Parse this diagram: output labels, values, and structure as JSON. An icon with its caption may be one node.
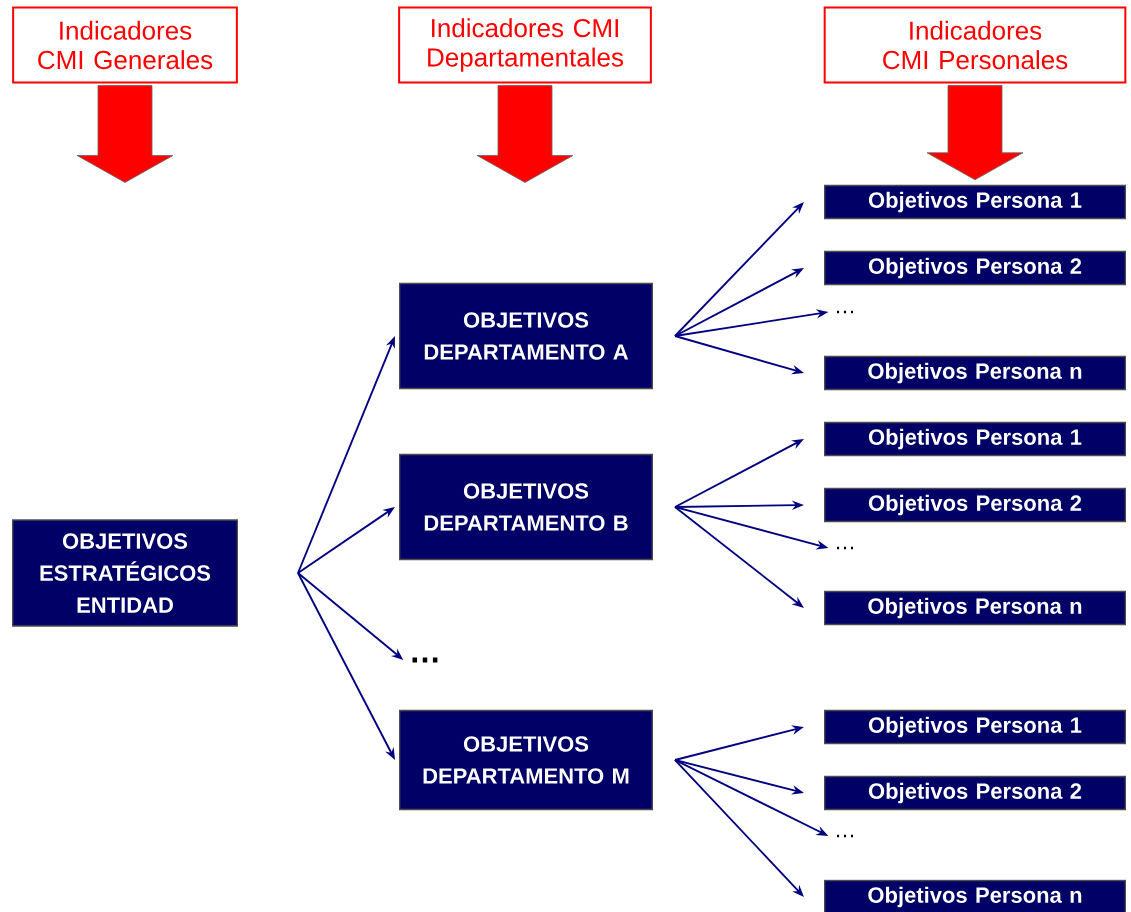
{
  "diagram": {
    "nodes": [
      {
        "text": [
          "Indicadores CMI Generales"
        ]
      },
      {
        "text": [
          "Indicadores CMI Departamentales"
        ]
      },
      {
        "text": [
          "Indicadores CMI Personales"
        ]
      },
      {
        "text": [
          "OBJETIVOS ESTRATÉGICOS ENTIDAD"
        ]
      },
      {
        "text": [
          "OBJETIVOS DEPARTAMENTO A"
        ]
      },
      {
        "text": [
          "OBJETIVOS DEPARTAMENTO B"
        ]
      },
      {
        "text": [
          "…"
        ]
      },
      {
        "text": [
          "OBJETIVOS DEPARTAMENTO M"
        ]
      },
      {
        "text": [
          "Objetivos Persona 1"
        ]
      },
      {
        "text": [
          "Objetivos Persona 2"
        ]
      },
      {
        "text": [
          "…"
        ]
      },
      {
        "text": [
          "Objetivos Persona n"
        ]
      },
      {
        "text": [
          "Objetivos Persona 1"
        ]
      },
      {
        "text": [
          "Objetivos Persona 2"
        ]
      },
      {
        "text": [
          "…"
        ]
      },
      {
        "text": [
          "Objetivos Persona n"
        ]
      },
      {
        "text": [
          "Objetivos Persona 1"
        ]
      },
      {
        "text": [
          "Objetivos Persona 2"
        ]
      },
      {
        "text": [
          "…"
        ]
      },
      {
        "text": [
          "Objetivos Persona n"
        ]
      }
    ],
    "edges": [
      {
        "from": 3,
        "to": 4,
        "arrow": "to"
      },
      {
        "from": 3,
        "to": 5,
        "arrow": "to"
      },
      {
        "from": 3,
        "to": 6,
        "arrow": "to"
      },
      {
        "from": 3,
        "to": 7,
        "arrow": "to"
      },
      {
        "from": 4,
        "to": 8,
        "arrow": "to"
      },
      {
        "from": 4,
        "to": 9,
        "arrow": "to"
      },
      {
        "from": 4,
        "to": 10,
        "arrow": "to"
      },
      {
        "from": 4,
        "to": 11,
        "arrow": "to"
      },
      {
        "from": 5,
        "to": 12,
        "arrow": "to"
      },
      {
        "from": 5,
        "to": 13,
        "arrow": "to"
      },
      {
        "from": 5,
        "to": 14,
        "arrow": "to"
      },
      {
        "from": 5,
        "to": 15,
        "arrow": "to"
      },
      {
        "from": 7,
        "to": 16,
        "arrow": "to"
      },
      {
        "from": 7,
        "to": 17,
        "arrow": "to"
      },
      {
        "from": 7,
        "to": 18,
        "arrow": "to"
      },
      {
        "from": 7,
        "to": 19,
        "arrow": "to"
      },
      {
        "from": 0,
        "to": null,
        "arrow": "to",
        "style": "thick",
        "color": "#ff0000"
      },
      {
        "from": 1,
        "to": null,
        "arrow": "to",
        "style": "thick",
        "color": "#ff0000"
      },
      {
        "from": 2,
        "to": 8,
        "arrow": "to",
        "style": "thick",
        "color": "#ff0000"
      }
    ]
  }
}
